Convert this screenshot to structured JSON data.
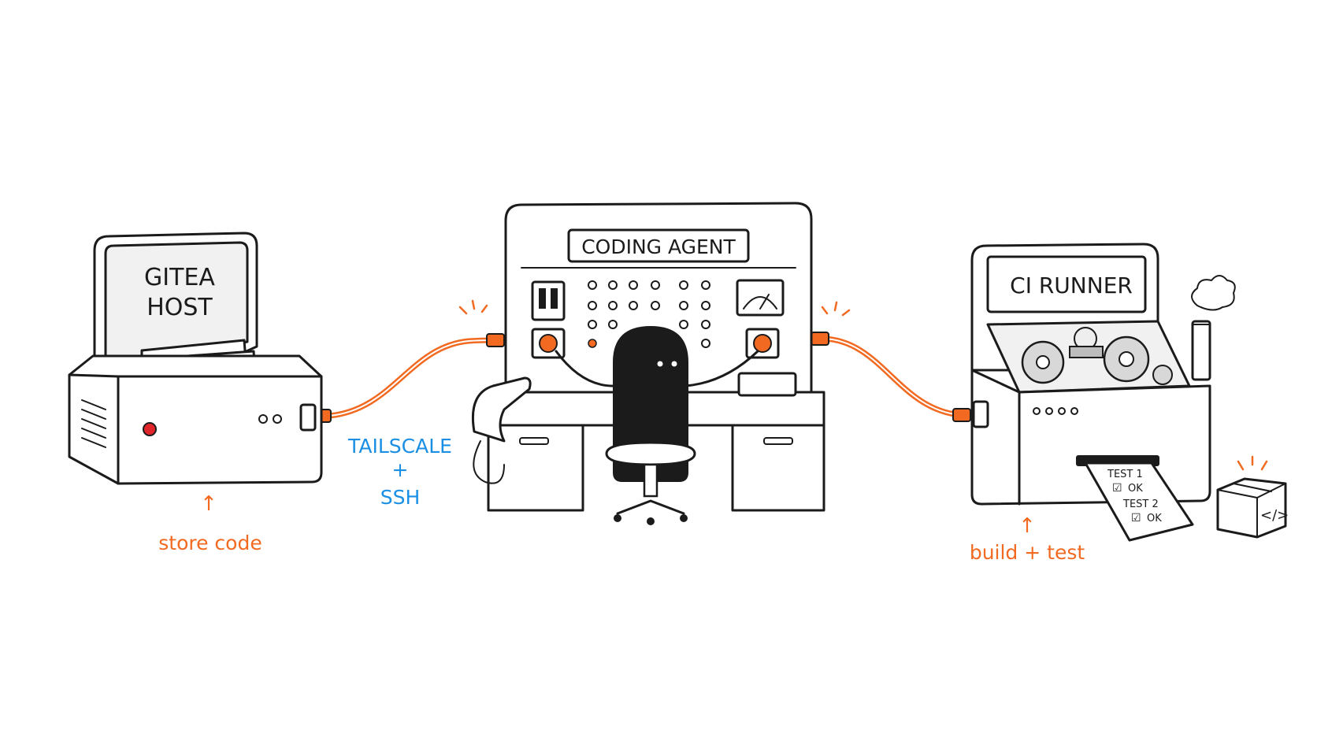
{
  "colors": {
    "accent": "#f26a21",
    "link_label": "#1a8fe3",
    "ink": "#1b1b1b",
    "background": "#ffffff"
  },
  "nodes": {
    "gitea": {
      "title_line1": "GITEA",
      "title_line2": "HOST",
      "caption": "store code",
      "caption_arrow": "↑",
      "screen_icon": "</>"
    },
    "agent": {
      "title": "CODING AGENT"
    },
    "ci": {
      "title": "CI RUNNER",
      "caption": "build + test",
      "caption_arrow": "↑",
      "package_icon": "</>"
    }
  },
  "ci_printout": [
    {
      "label": "TEST 1",
      "result": "OK",
      "check": "☑"
    },
    {
      "label": "TEST 2",
      "result": "OK",
      "check": "☑"
    }
  ],
  "connection": {
    "line1": "TAILSCALE",
    "line2": "+",
    "line3": "SSH"
  },
  "icons": {
    "gitea_status_light": "red-led",
    "agent_character": "blob-character-icon",
    "agent_phone": "telephone-icon",
    "agent_gauge": "gauge-icon",
    "ci_gears": "gears-icon",
    "ci_smoke": "smoke-icon",
    "ci_package": "package-box-icon"
  }
}
